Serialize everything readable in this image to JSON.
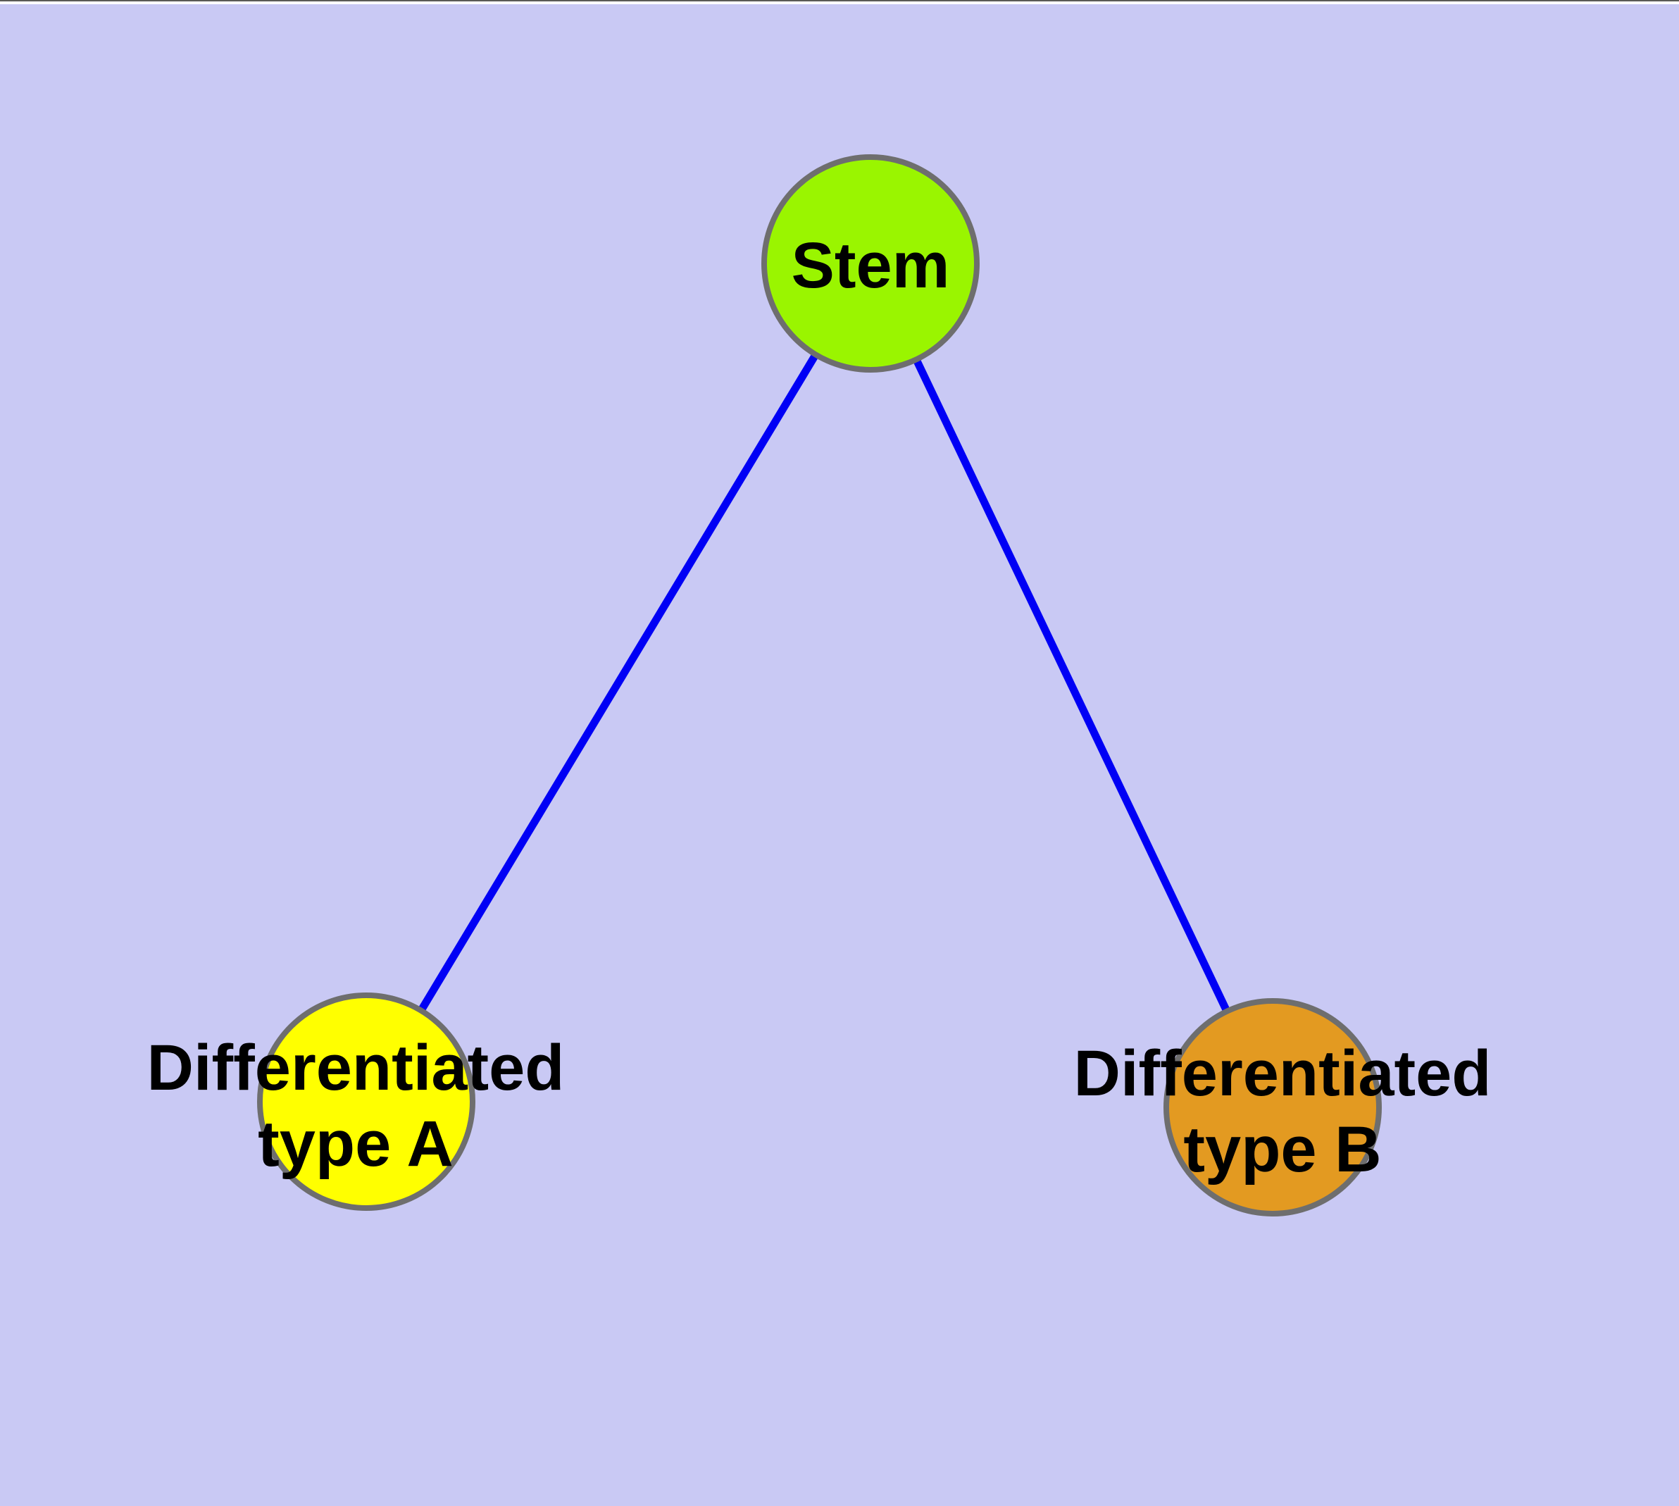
{
  "diagram": {
    "description": "Stem cell differentiation graph",
    "background_color": "#C9C9F4",
    "node_border_color": "#6E6E6E",
    "edge_color": "#0000F5",
    "text_color": "#000000",
    "nodes": [
      {
        "id": "stem",
        "label": "Stem",
        "color": "#9AF500"
      },
      {
        "id": "differentiated-type-a",
        "label": "Differentiated type A",
        "label_line1": "Differentiated",
        "label_line2": "type A",
        "color": "#FFFF00"
      },
      {
        "id": "differentiated-type-b",
        "label": "Differentiated type B",
        "label_line1": "Differentiated",
        "label_line2": "type B",
        "color": "#E39A21"
      }
    ],
    "edges": [
      {
        "from": "stem",
        "to": "differentiated-type-a"
      },
      {
        "from": "stem",
        "to": "differentiated-type-b"
      }
    ]
  }
}
